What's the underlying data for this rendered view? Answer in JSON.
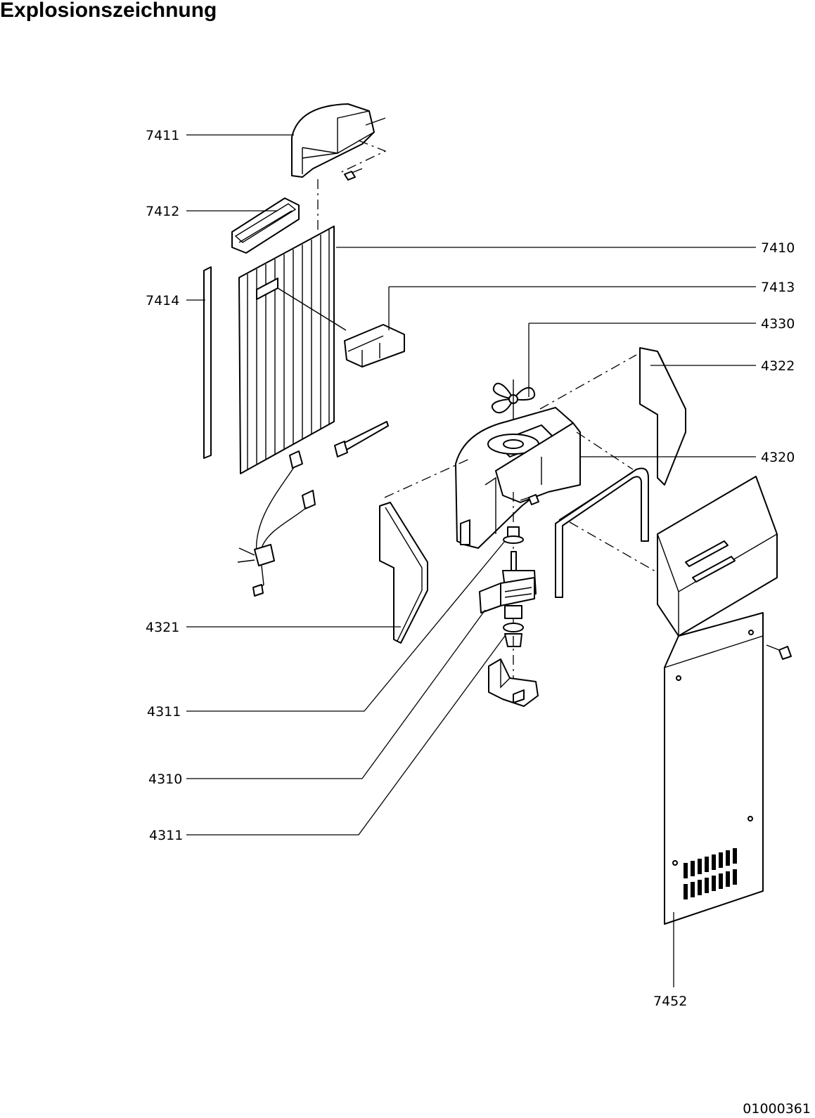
{
  "title": "Explosionszeichnung",
  "drawing_number": "01000361",
  "parts": {
    "p7411": "7411",
    "p7412": "7412",
    "p7410": "7410",
    "p7413": "7413",
    "p7414": "7414",
    "p4330": "4330",
    "p4322": "4322",
    "p4320": "4320",
    "p4321": "4321",
    "p4311a": "4311",
    "p4310": "4310",
    "p4311b": "4311",
    "p7452": "7452"
  }
}
